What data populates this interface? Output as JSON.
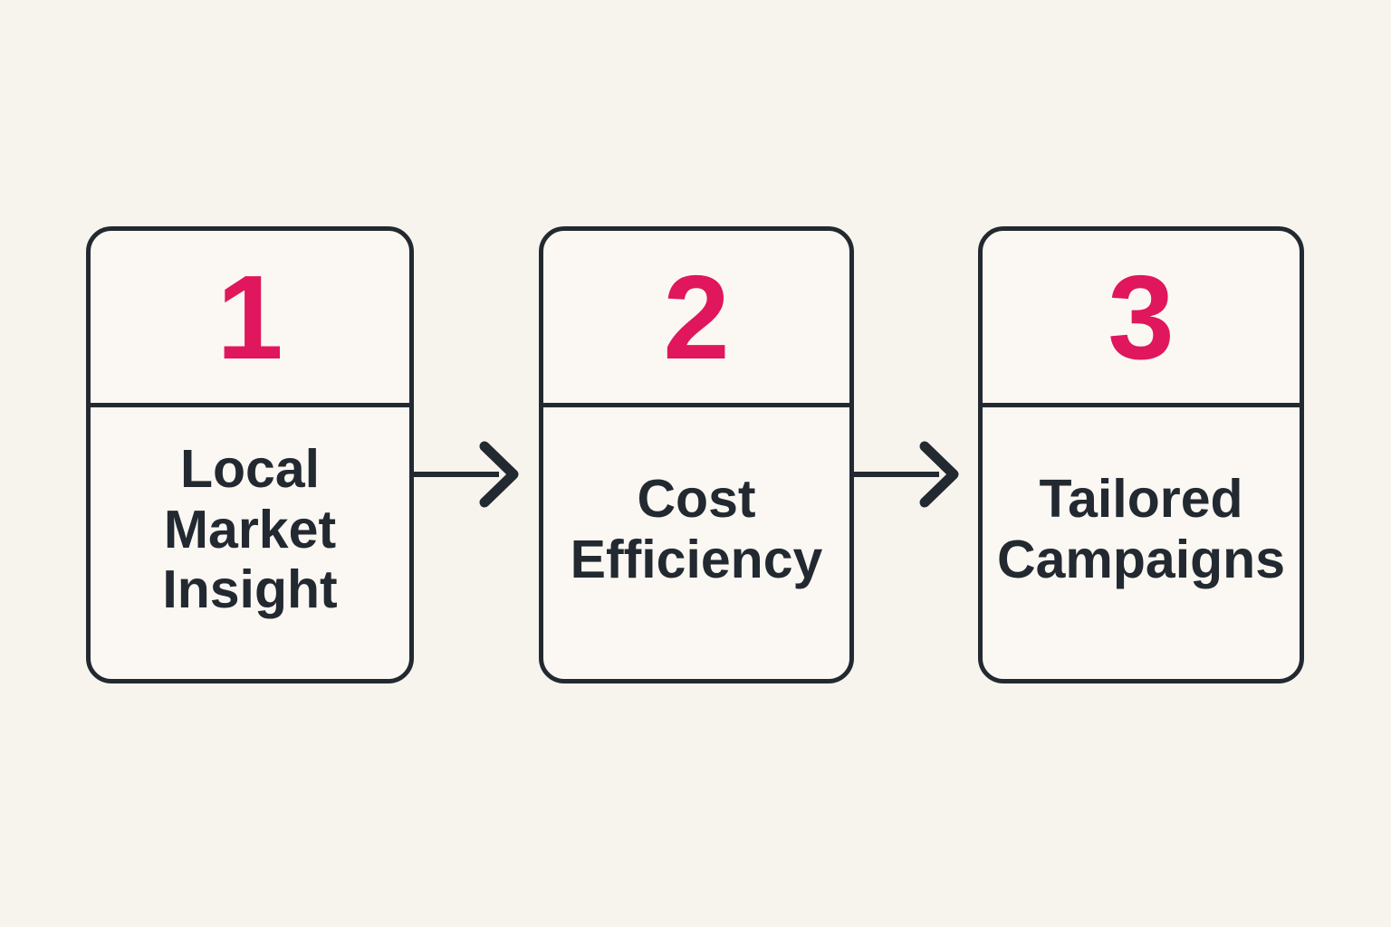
{
  "diagram": {
    "type": "process-flow",
    "direction": "left-to-right",
    "steps": [
      {
        "number": "1",
        "label": "Local Market Insight"
      },
      {
        "number": "2",
        "label": "Cost Efficiency"
      },
      {
        "number": "3",
        "label": "Tailored Campaigns"
      }
    ],
    "connectors": [
      {
        "icon": "arrow-right-icon",
        "from": "1",
        "to": "2"
      },
      {
        "icon": "arrow-right-icon",
        "from": "2",
        "to": "3"
      }
    ]
  },
  "colors": {
    "bg": "#f7f4ee",
    "card_bg": "#fbf8f3",
    "ink": "#232930",
    "accent": "#e0175c"
  }
}
